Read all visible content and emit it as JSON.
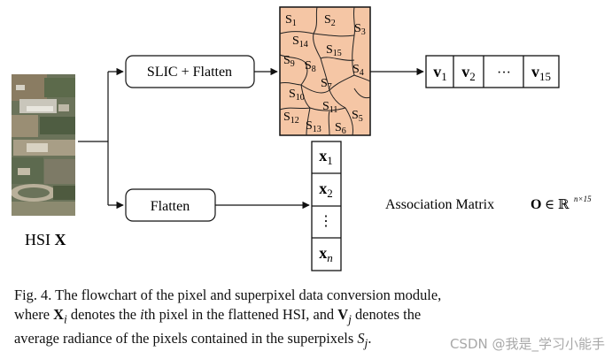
{
  "diagram": {
    "hsi_label_prefix": "HSI",
    "hsi_label_var": "X",
    "slic_box_label": "SLIC + Flatten",
    "flatten_box_label": "Flatten",
    "superpixel_labels": [
      "S1",
      "S2",
      "S3",
      "S4",
      "S5",
      "S6",
      "S7",
      "S8",
      "S9",
      "S10",
      "S11",
      "S12",
      "S13",
      "S14",
      "S15"
    ],
    "v_vector": [
      "v1",
      "v2",
      "···",
      "v15"
    ],
    "x_vector": [
      "x1",
      "x2",
      "⋮",
      "xn"
    ],
    "association_label": "Association Matrix",
    "association_symbol": "O ∈ ℝ^(n×15)",
    "colors": {
      "superpixel_fill": "#f5c6a5",
      "stroke": "#111111",
      "hsi_tones": [
        "#5a6b4e",
        "#8c7d63",
        "#a9a28e",
        "#6f7a5b",
        "#c7c1b0"
      ]
    }
  },
  "caption": {
    "line1": "Fig. 4.   The flowchart of the pixel and superpixel data conversion module,",
    "line2": "where X_i denotes the ith pixel in the flattened HSI, and V_j denotes the",
    "line3": "average radiance of the pixels contained in the superpixels S_j."
  },
  "watermark": "CSDN @我是_学习小能手"
}
